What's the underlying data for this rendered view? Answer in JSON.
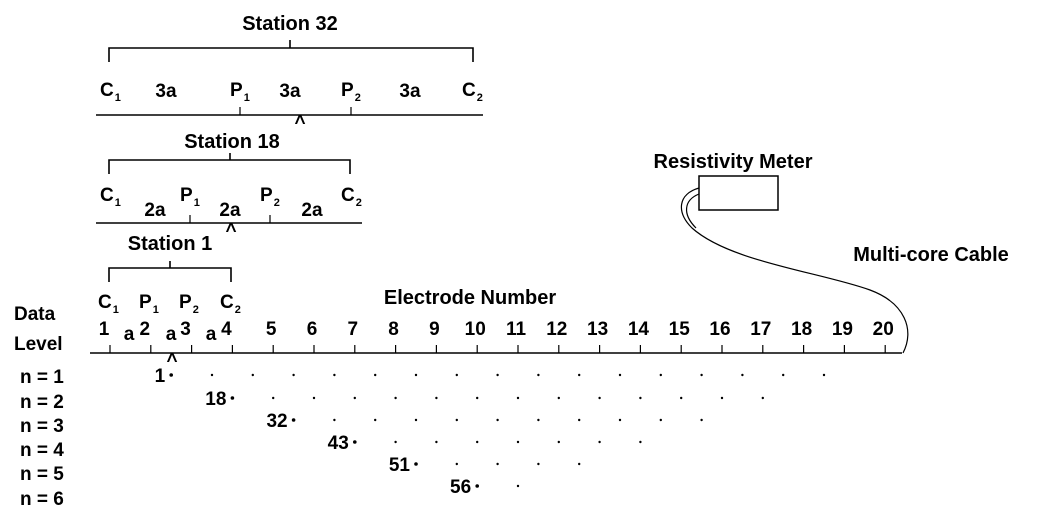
{
  "stations": [
    {
      "title": "Station 32",
      "spacing": "3a",
      "electrodes": {
        "c1": "C",
        "c1_sub": "1",
        "p1": "P",
        "p1_sub": "1",
        "p2": "P",
        "p2_sub": "2",
        "c2": "C",
        "c2_sub": "2"
      },
      "marker": "^"
    },
    {
      "title": "Station 18",
      "spacing": "2a",
      "electrodes": {
        "c1": "C",
        "c1_sub": "1",
        "p1": "P",
        "p1_sub": "1",
        "p2": "P",
        "p2_sub": "2",
        "c2": "C",
        "c2_sub": "2"
      },
      "marker": "^"
    },
    {
      "title": "Station 1",
      "spacing": "a",
      "electrodes": {
        "c1": "C",
        "c1_sub": "1",
        "p1": "P",
        "p1_sub": "1",
        "p2": "P",
        "p2_sub": "2",
        "c2": "C",
        "c2_sub": "2"
      },
      "marker": "^"
    }
  ],
  "main_axis": {
    "title": "Electrode Number",
    "left_label_line1": "Data",
    "left_label_line2": "Level",
    "electrode_numbers": [
      "1",
      "2",
      "3",
      "4",
      "5",
      "6",
      "7",
      "8",
      "9",
      "10",
      "11",
      "12",
      "13",
      "14",
      "15",
      "16",
      "17",
      "18",
      "19",
      "20"
    ]
  },
  "equipment": {
    "meter_label": "Resistivity Meter",
    "cable_label": "Multi-core Cable"
  },
  "data_levels": {
    "labels": [
      "n = 1",
      "n = 2",
      "n = 3",
      "n = 4",
      "n = 5",
      "n = 6"
    ],
    "point_counts": [
      17,
      14,
      11,
      8,
      5,
      2
    ],
    "numbered_points": [
      {
        "label": "1",
        "level": 1
      },
      {
        "label": "18",
        "level": 2
      },
      {
        "label": "32",
        "level": 3
      },
      {
        "label": "43",
        "level": 4
      },
      {
        "label": "51",
        "level": 5
      },
      {
        "label": "56",
        "level": 6
      }
    ]
  }
}
